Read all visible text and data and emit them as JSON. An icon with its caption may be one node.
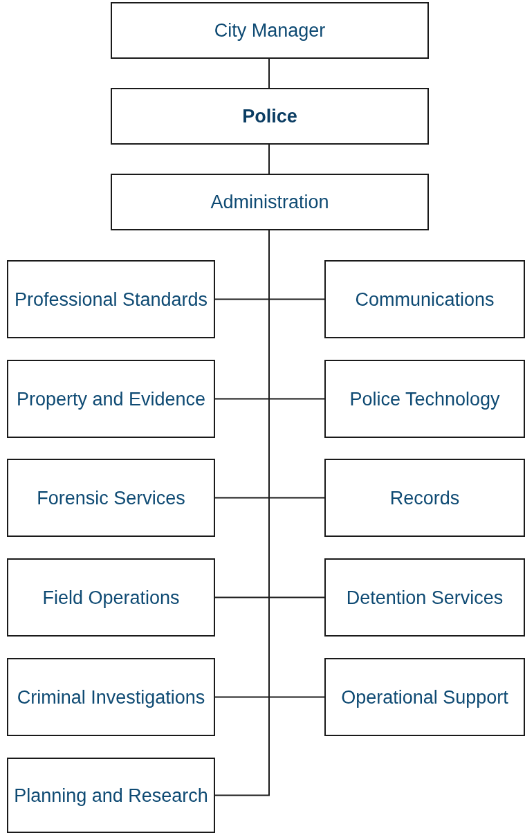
{
  "diagram": {
    "nodes": [
      {
        "text": [
          "City Manager"
        ]
      },
      {
        "text": [
          "Police"
        ]
      },
      {
        "text": [
          "Administration"
        ]
      },
      {
        "text": [
          "Professional Standards"
        ]
      },
      {
        "text": [
          "Communications"
        ]
      },
      {
        "text": [
          "Property and Evidence"
        ]
      },
      {
        "text": [
          "Police Technology"
        ]
      },
      {
        "text": [
          "Forensic Services"
        ]
      },
      {
        "text": [
          "Records"
        ]
      },
      {
        "text": [
          "Field Operations"
        ]
      },
      {
        "text": [
          "Detention Services"
        ]
      },
      {
        "text": [
          "Criminal Investigations"
        ]
      },
      {
        "text": [
          "Operational Support"
        ]
      },
      {
        "text": [
          "Planning and Research"
        ]
      }
    ],
    "edges": [
      {
        "from": 0,
        "to": 1,
        "arrow": "none"
      },
      {
        "from": 1,
        "to": 2,
        "arrow": "none"
      },
      {
        "from": 2,
        "to": 3,
        "arrow": "none"
      },
      {
        "from": 2,
        "to": 4,
        "arrow": "none"
      },
      {
        "from": 2,
        "to": 5,
        "arrow": "none"
      },
      {
        "from": 2,
        "to": 6,
        "arrow": "none"
      },
      {
        "from": 2,
        "to": 7,
        "arrow": "none"
      },
      {
        "from": 2,
        "to": 8,
        "arrow": "none"
      },
      {
        "from": 2,
        "to": 9,
        "arrow": "none"
      },
      {
        "from": 2,
        "to": 10,
        "arrow": "none"
      },
      {
        "from": 2,
        "to": 11,
        "arrow": "none"
      },
      {
        "from": 2,
        "to": 12,
        "arrow": "none"
      },
      {
        "from": 2,
        "to": 13,
        "arrow": "none"
      }
    ]
  }
}
